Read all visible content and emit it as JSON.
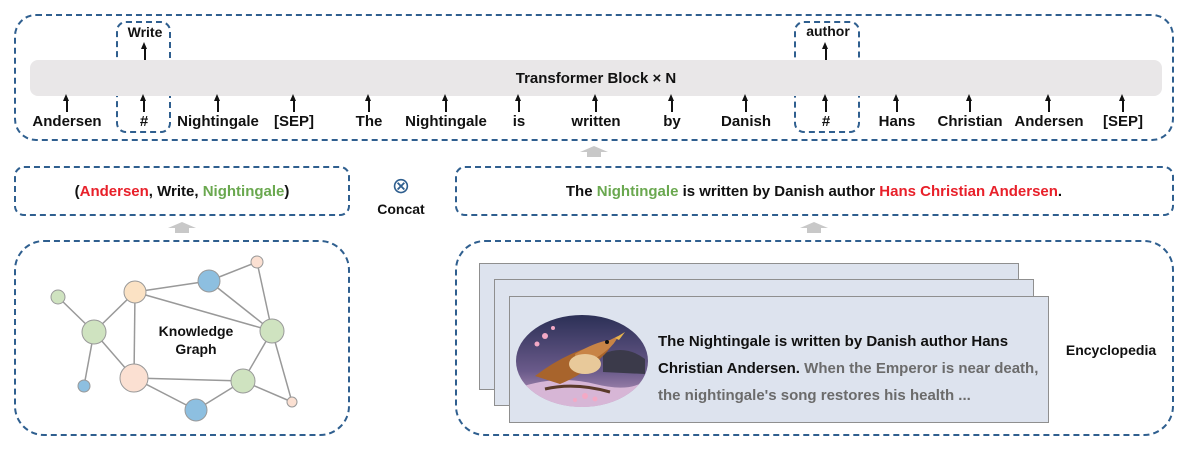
{
  "transformer": {
    "label": "Transformer Block × N",
    "tokens": [
      "Andersen",
      "#",
      "Nightingale",
      "[SEP]",
      "The",
      "Nightingale",
      "is",
      "written",
      "by",
      "Danish",
      "#",
      "Hans",
      "Christian",
      "Andersen",
      "[SEP]"
    ],
    "output_left": "Write",
    "output_right": "author"
  },
  "triple": {
    "open": "(",
    "head": "Andersen",
    "sep1": ", ",
    "relation": "Write",
    "sep2": ", ",
    "tail": "Nightingale",
    "close": ")"
  },
  "concat": {
    "symbol": "⊗",
    "label": "Concat"
  },
  "sentence": {
    "part1": "The ",
    "entity1": "Nightingale",
    "part2": " is written by Danish author ",
    "entity2": "Hans Christian Andersen",
    "part3": "."
  },
  "knowledge_graph": {
    "label_line1": "Knowledge",
    "label_line2": "Graph"
  },
  "encyclopedia": {
    "label": "Encyclopedia",
    "text_bold": "The Nightingale is written by Danish author Hans Christian Andersen.",
    "text_gray": "When the Emperor is near death, the nightingale's song restores his health ..."
  },
  "colors": {
    "border": "#2f5f8f",
    "head_entity": "#e8202a",
    "tail_entity": "#6aa84f",
    "node_green": "#cfe3c0",
    "node_blue": "#8dbfe0",
    "node_peach": "#fbe0d2",
    "node_orange": "#fbe2c4"
  }
}
